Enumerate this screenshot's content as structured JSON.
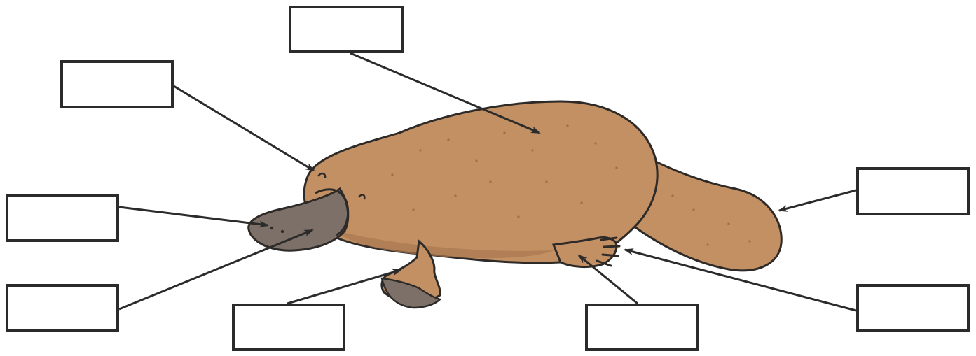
{
  "diagram": {
    "subject": "platypus",
    "colors": {
      "fur": "#c39064",
      "fur_shadow": "#a8774f",
      "fur_speckle": "#9e6e48",
      "bill": "#7d7068",
      "bill_dark": "#5e544e",
      "outline": "#2e2a28",
      "leader_line": "#2b2b2b",
      "box_border": "#2b2b2b"
    },
    "label_boxes": [
      {
        "target": "fur",
        "text": ""
      },
      {
        "target": "eye",
        "text": ""
      },
      {
        "target": "nostrils",
        "text": ""
      },
      {
        "target": "bill",
        "text": ""
      },
      {
        "target": "front-foot",
        "text": ""
      },
      {
        "target": "back-foot",
        "text": ""
      },
      {
        "target": "claws",
        "text": ""
      },
      {
        "target": "tail",
        "text": ""
      }
    ]
  }
}
